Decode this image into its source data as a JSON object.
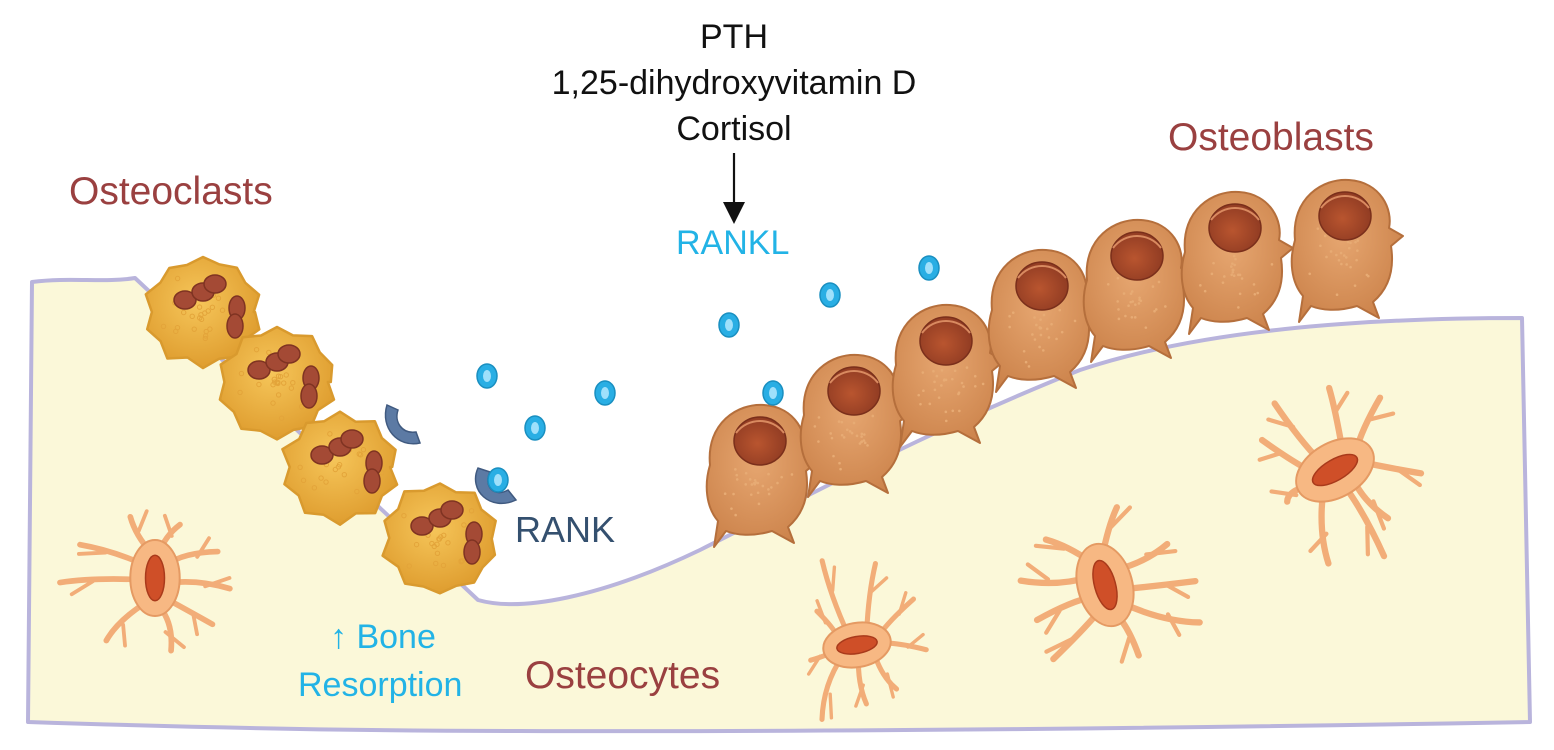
{
  "hormones": [
    "PTH",
    "1,25-dihydroxyvitamin D",
    "Cortisol"
  ],
  "labels": {
    "rankl": "RANKL",
    "rank": "RANK",
    "osteoclasts": "Osteoclasts",
    "osteoblasts": "Osteoblasts",
    "osteocytes": "Osteocytes",
    "bone_resorption_line1": "↑ Bone",
    "bone_resorption_line2": "Resorption"
  },
  "colors": {
    "bone_fill": "#fbf8d9",
    "bone_outline": "#b9b4dc",
    "osteoclast": "#ecaf3c",
    "osteoclast_nucleus": "#a44a35",
    "osteoblast": "#d8935c",
    "osteoblast_nucleus": "#a8472a",
    "osteocyte": "#f7b883",
    "osteocyte_nucleus": "#cf4f28",
    "rankl_dot": "#29aee4",
    "rank_receptor": "#5c7aa4",
    "label_red": "#9a4040",
    "label_cyan": "#22b3e6",
    "label_navy": "#34506f"
  }
}
